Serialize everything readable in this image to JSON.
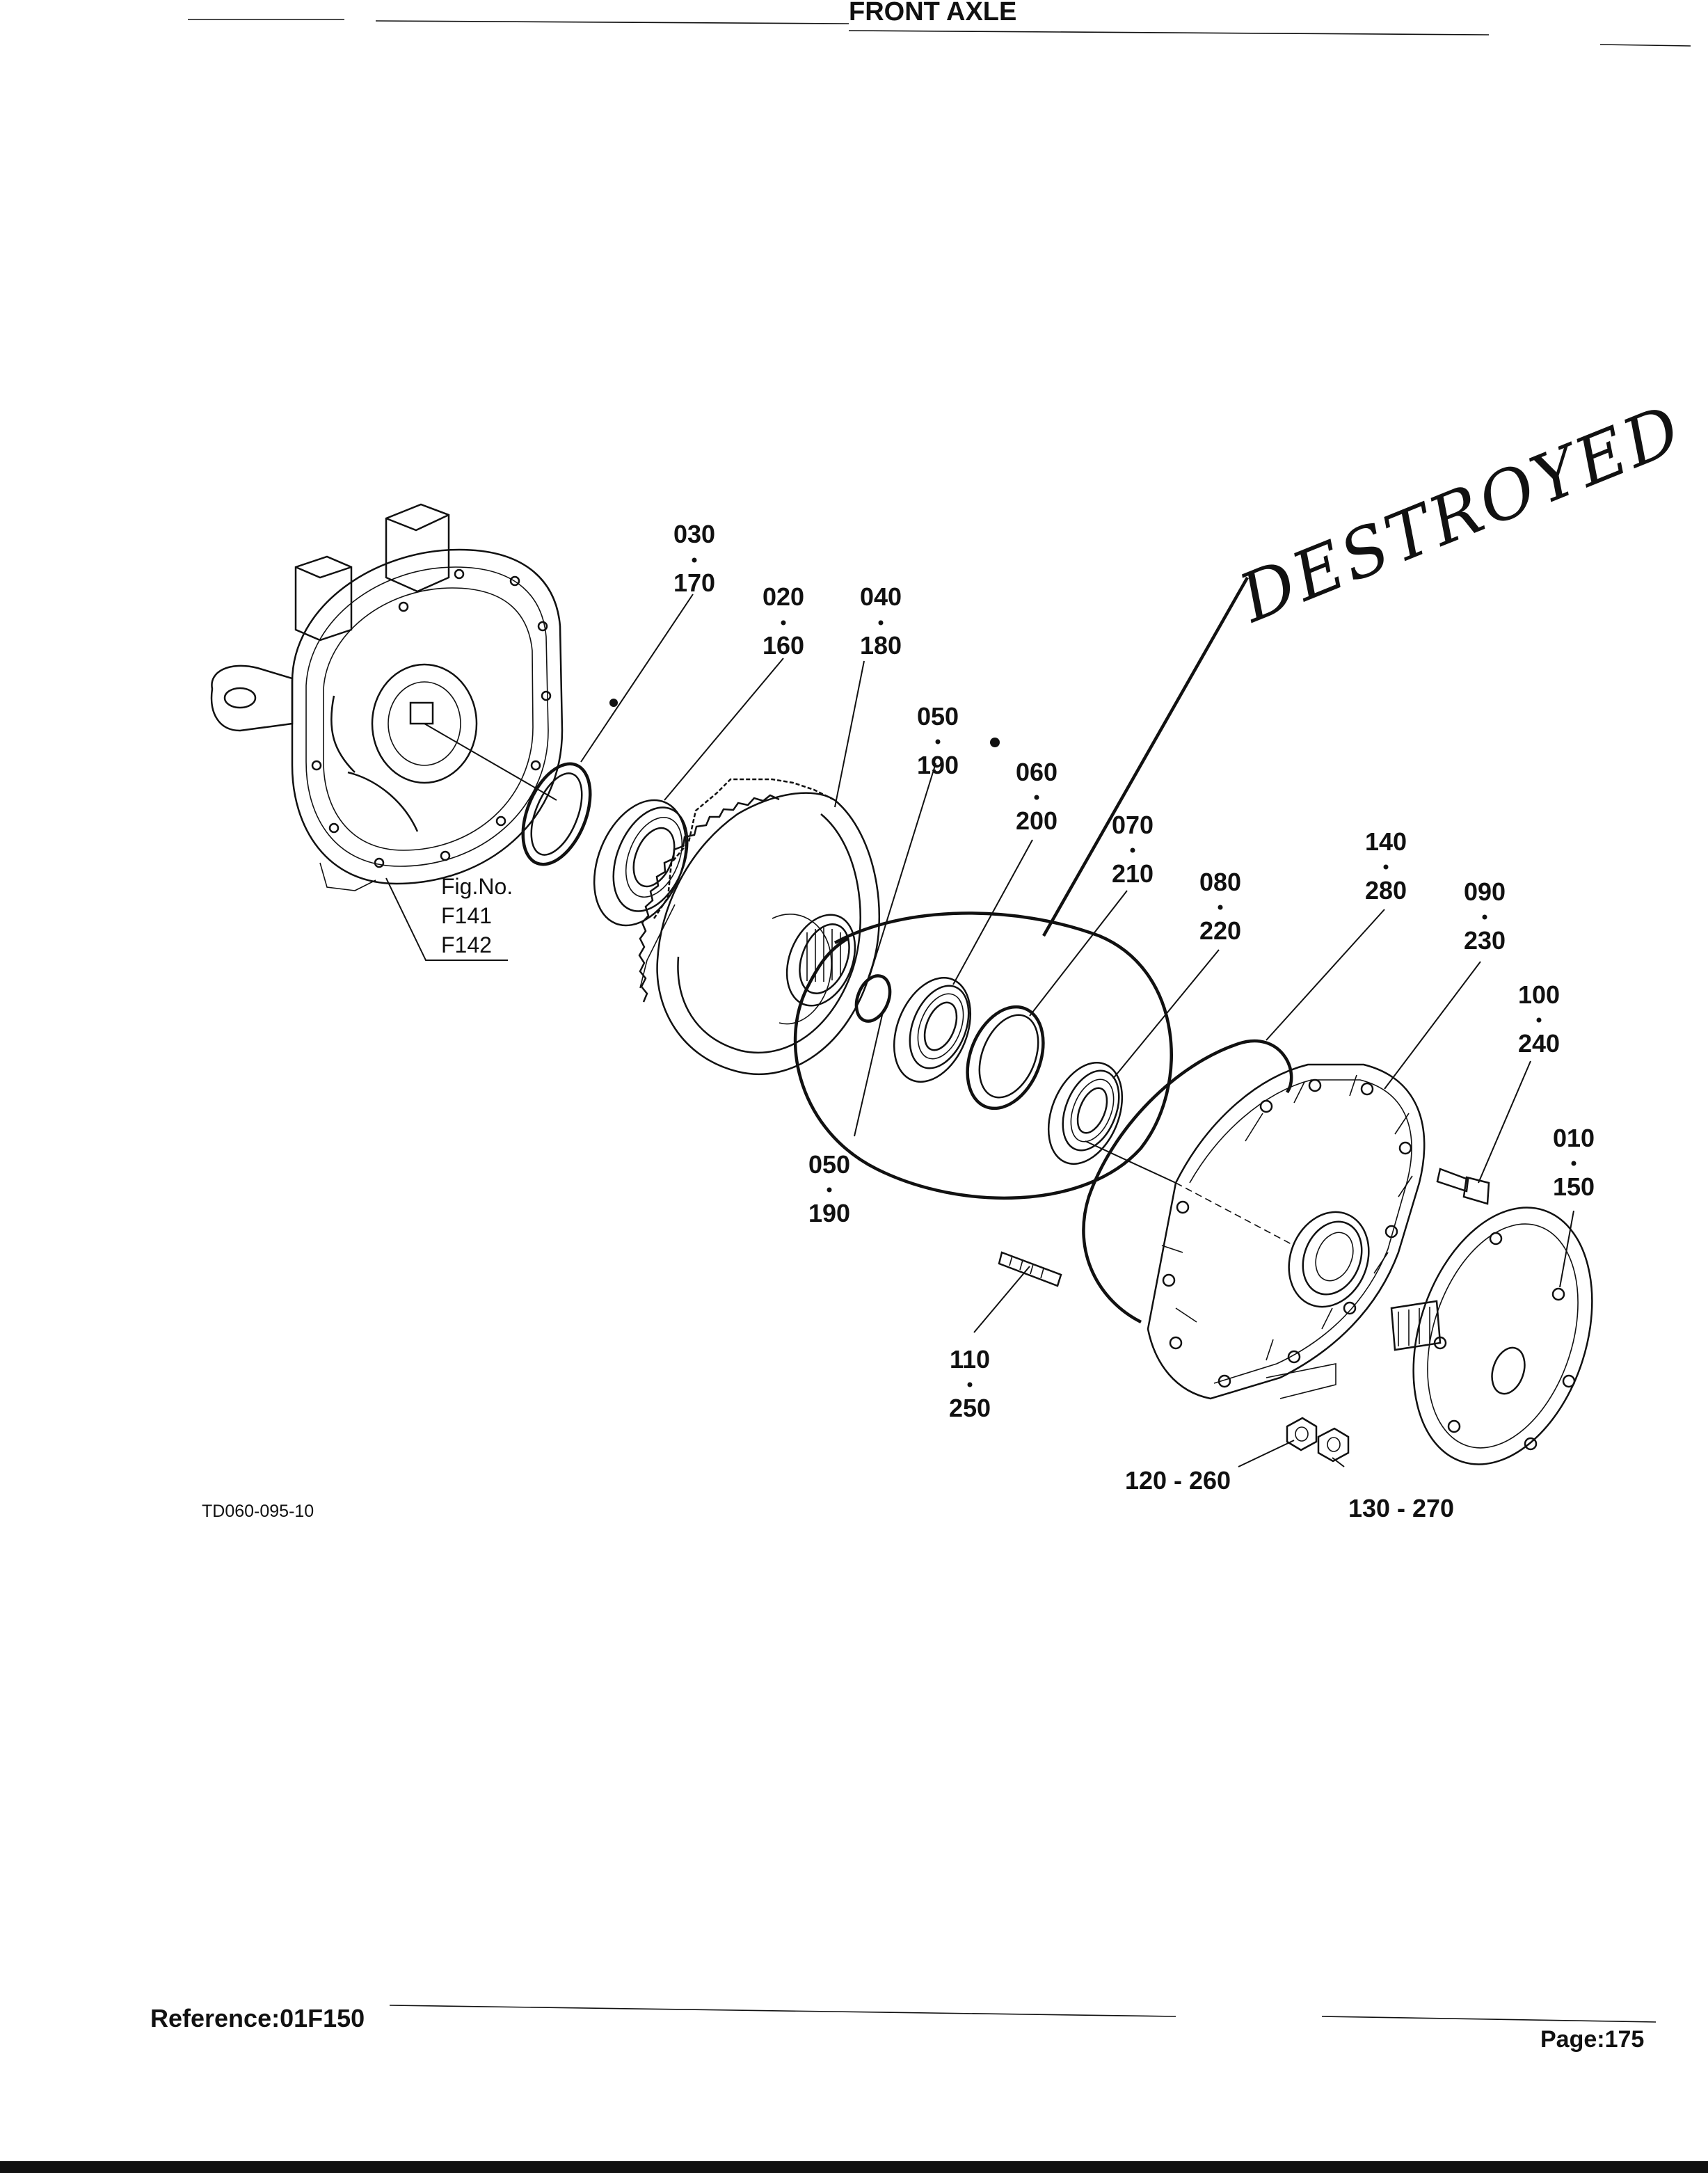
{
  "header": {
    "title": "FRONT AXLE"
  },
  "footer": {
    "reference": "Reference:01F150",
    "page": "Page:175"
  },
  "figure": {
    "illustration_code": "TD060-095-10",
    "fig_ref": {
      "label": "Fig.No.",
      "refs": [
        "F141",
        "F142"
      ]
    },
    "annotation": "DESTROYED",
    "callouts": [
      {
        "id": "030-170",
        "top": "030",
        "bottom": "170"
      },
      {
        "id": "020-160",
        "top": "020",
        "bottom": "160"
      },
      {
        "id": "040-180",
        "top": "040",
        "bottom": "180"
      },
      {
        "id": "050-190-upper",
        "top": "050",
        "bottom": "190"
      },
      {
        "id": "060-200",
        "top": "060",
        "bottom": "200"
      },
      {
        "id": "070-210",
        "top": "070",
        "bottom": "210"
      },
      {
        "id": "080-220",
        "top": "080",
        "bottom": "220"
      },
      {
        "id": "140-280",
        "top": "140",
        "bottom": "280"
      },
      {
        "id": "090-230",
        "top": "090",
        "bottom": "230"
      },
      {
        "id": "100-240",
        "top": "100",
        "bottom": "240"
      },
      {
        "id": "010-150",
        "top": "010",
        "bottom": "150"
      },
      {
        "id": "050-190-lower",
        "top": "050",
        "bottom": "190"
      },
      {
        "id": "110-250",
        "top": "110",
        "bottom": "250"
      }
    ],
    "inline_callouts": [
      {
        "id": "120-260",
        "text": "120 - 260"
      },
      {
        "id": "130-270",
        "text": "130 - 270"
      }
    ]
  }
}
